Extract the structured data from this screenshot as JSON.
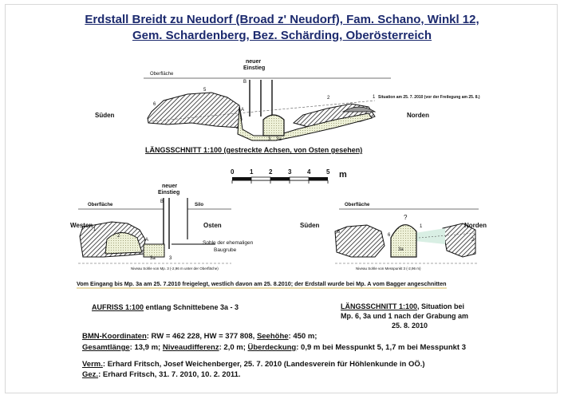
{
  "title": {
    "line1": "Erdstall Breidt zu Neudorf (Broad z' Neudorf), Fam. Schano, Winkl 12,",
    "line2": "Gem. Schardenberg, Bez. Schärding, Oberösterreich"
  },
  "top_section": {
    "surface_label": "Oberfläche",
    "entrance_label_1": "neuer",
    "entrance_label_2": "Einstieg",
    "south": "Süden",
    "north": "Norden",
    "situation_note": "Situation am 25. 7. 2010 (vor der Freilegung am 25. 8.)",
    "points": [
      "6",
      "5",
      "B",
      "A",
      "4",
      "3",
      "3a",
      "2",
      "1"
    ],
    "caption": "LÄNGSSCHNITT 1:100 (gestreckte Achsen, von Osten gesehen)"
  },
  "scale_bar": {
    "ticks": [
      "0",
      "1",
      "2",
      "3",
      "4",
      "5"
    ],
    "unit": "m"
  },
  "left_section": {
    "surface_label": "Oberfläche",
    "entrance_label_1": "neuer",
    "entrance_label_2": "Einstieg",
    "silo_label": "Silo",
    "west": "Westen",
    "east": "Osten",
    "pit_label_1": "Sohle der ehemaligen",
    "pit_label_2": "Baugrube",
    "level_note": "Niveau Sohle von Mp. 3 (-2,96 m unter der Oberfläche)",
    "points": [
      "B",
      "1",
      "2",
      "A",
      "3a",
      "3"
    ]
  },
  "right_section": {
    "surface_label": "Oberfläche",
    "south": "Süden",
    "north": "Norden",
    "level_note": "Niveau Sohle von Messpunkt 3 (-2,96 m)",
    "points": [
      "?",
      "1",
      "5",
      "6",
      "3a",
      "2"
    ]
  },
  "excavation_note": "Vom Eingang bis Mp. 3a am 25. 7.2010 freigelegt, westlich davon am 25. 8.2010; der Erdstall wurde bei Mp. A vom Bagger angeschnitten",
  "captions": {
    "aufriss_title": "AUFRISS 1:100",
    "aufriss_rest": " entlang Schnittebene 3a - 3",
    "long_title": "LÄNGSSCHNITT 1:100",
    "long_rest": ", Situation bei",
    "long_line2": "Mp. 6, 3a und 1 nach der Grabung am",
    "long_line3": "25. 8. 2010"
  },
  "info": {
    "bmn_label": "BMN-Koordinaten",
    "bmn_value": ": RW = 462 228, HW = 377 808, ",
    "sh_label": "Seehöhe",
    "sh_value": ": 450 m;",
    "len_label": "Gesamtlänge",
    "len_value": ": 13,9 m;  ",
    "niv_label": "Niveaudifferenz",
    "niv_value": ": 2,0 m;  ",
    "ub_label": "Überdeckung",
    "ub_value": ": 0,9 m bei Messpunkt 5,  1,7 m bei Messpunkt 3",
    "verm_label": "Verm.",
    "verm_value": ": Erhard Fritsch, Josef Weichenberger, 25. 7. 2010 (Landesverein für Höhlenkunde in OÖ.)",
    "gez_label": "Gez.",
    "gez_value": ": Erhard Fritsch, 31. 7. 2010, 10. 2. 2011."
  },
  "colors": {
    "title_blue": "#1c2a6e",
    "tunnel_fill": "#eef1d8",
    "hatch": "#222222",
    "note_underline": "#c9a227",
    "light_beam": "#d9efe4"
  }
}
